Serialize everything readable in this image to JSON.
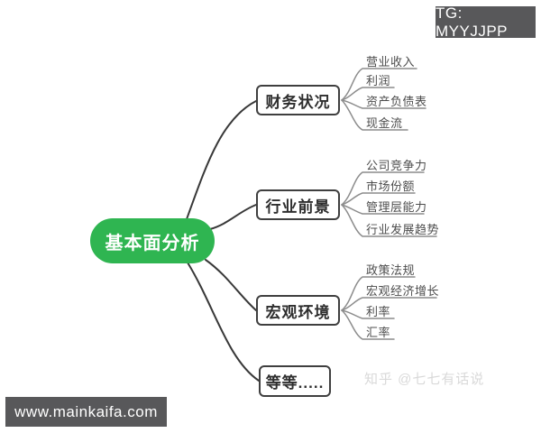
{
  "badges": {
    "top_right": "TG: MYYJJPP",
    "bottom_left": "www.mainkaifa.com"
  },
  "watermark": "知乎 @七七有话说",
  "colors": {
    "root_fill": "#2fb551",
    "badge_bg": "#58585a",
    "main_line": "#383838",
    "leaf_line": "#8c8c8c"
  },
  "mindmap": {
    "root": "基本面分析",
    "branches": [
      {
        "label": "财务状况",
        "children": [
          {
            "label": "营业收入"
          },
          {
            "label": "利润"
          },
          {
            "label": "资产负债表"
          },
          {
            "label": "现金流"
          }
        ]
      },
      {
        "label": "行业前景",
        "children": [
          {
            "label": "公司竞争力"
          },
          {
            "label": "市场份额"
          },
          {
            "label": "管理层能力"
          },
          {
            "label": "行业发展趋势"
          }
        ]
      },
      {
        "label": "宏观环境",
        "children": [
          {
            "label": "政策法规"
          },
          {
            "label": "宏观经济增长"
          },
          {
            "label": "利率"
          },
          {
            "label": "汇率"
          }
        ]
      },
      {
        "label": "等等.....",
        "children": []
      }
    ]
  }
}
